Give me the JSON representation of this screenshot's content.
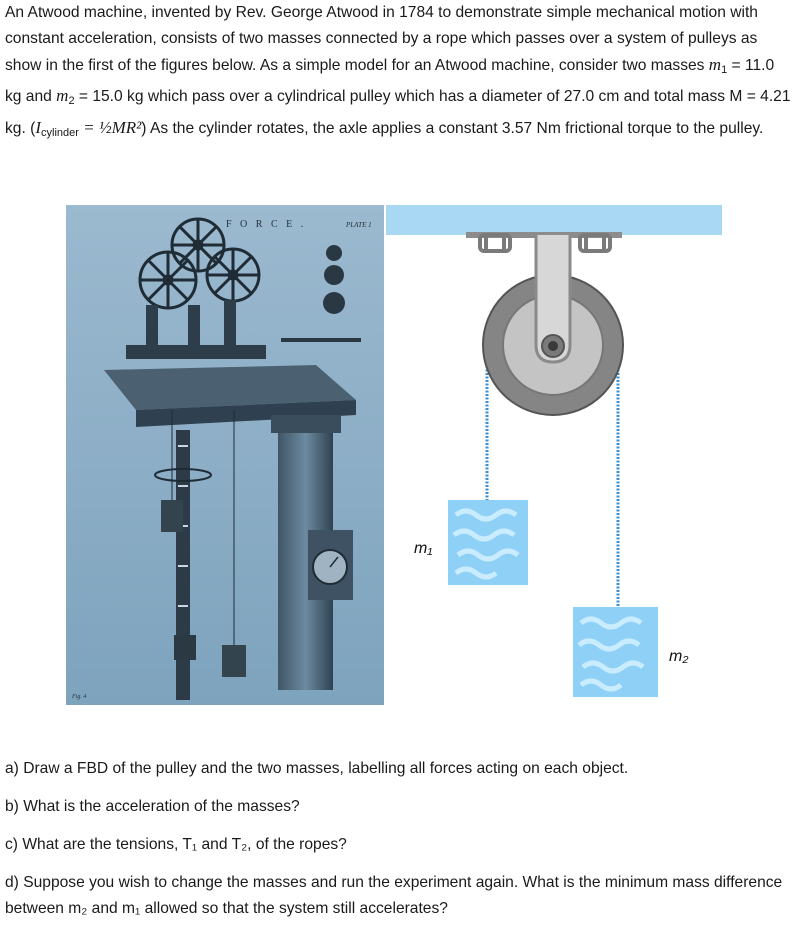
{
  "intro": {
    "p1": "An Atwood machine, invented by Rev. George Atwood in 1784 to demonstrate simple mechanical motion with constant acceleration, consists of two masses connected by a rope which passes over a system of pulleys as show in the first of the figures below. As a simple model for an Atwood machine, consider two masses ",
    "m1_sym": "m",
    "m1_sub": "1",
    "m1_val": " = 11.0 kg and ",
    "m2_sym": "m",
    "m2_sub": "2",
    "m2_val": " = 15.0 kg which pass over a cylindrical pulley which has a diameter of 27.0 cm and total mass M = 4.21 kg. (",
    "inertia_formula": "I",
    "inertia_sub": "cylinder",
    "inertia_eq": " = ½MR²",
    "p2": ") As the cylinder rotates, the axle applies a constant 3.57 Nm frictional torque to the pulley."
  },
  "figure_left": {
    "plate_title": "F O R C E .",
    "plate_no": "PLATE 1",
    "fig_label": "Fig. 4"
  },
  "diagram": {
    "mass1_label": "m₁",
    "mass2_label": "m₂",
    "colors": {
      "ceiling": "#a9d8f5",
      "rope": "#3b8fd4",
      "mass": "#8fd0f7",
      "pulley_outer": "#8a8a8a",
      "pulley_inner": "#c4c4c4"
    }
  },
  "questions": [
    "a) Draw a FBD of the pulley and the two masses, labelling all forces acting on each object.",
    "b) What is the acceleration of the masses?",
    "c) What are the tensions, T₁ and T₂, of the ropes?",
    "d) Suppose you wish to change the masses and run the experiment again. What is the minimum mass difference between m₂ and m₁ allowed so that the system still accelerates?"
  ]
}
